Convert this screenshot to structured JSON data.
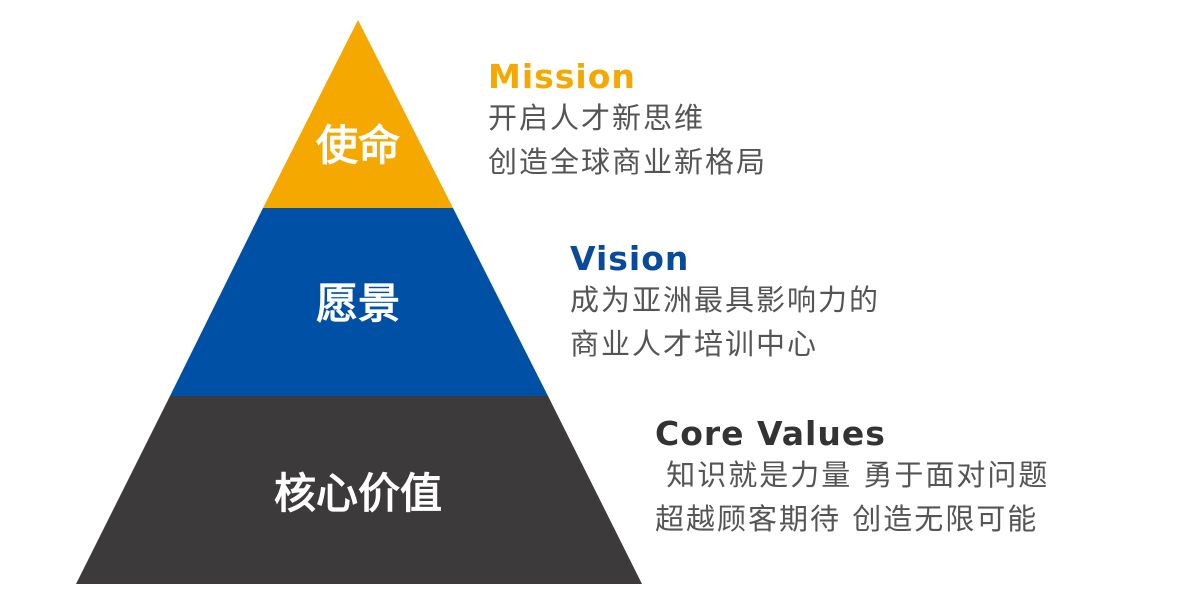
{
  "tiers": [
    {
      "label": "使命",
      "color": "#F5A800",
      "heading": "Mission",
      "lines": [
        "开启人才新思维",
        "创造全球商业新格局"
      ],
      "heading_color": "#F5A800",
      "text_color": "#555555"
    },
    {
      "label": "愿景",
      "color": "#0050A5",
      "heading": "Vision",
      "lines": [
        "成为亚洲最具影响力的",
        "商业人才培训中心"
      ],
      "heading_color": "#0A4A9C",
      "text_color": "#555555"
    },
    {
      "label": "核心价值",
      "color": "#3C3A3A",
      "heading": "Core Values",
      "lines": [
        " 知识就是力量 勇于面对问题",
        "超越顾客期待 创造无限可能"
      ],
      "heading_color": "#333333",
      "text_color": "#555555"
    }
  ]
}
